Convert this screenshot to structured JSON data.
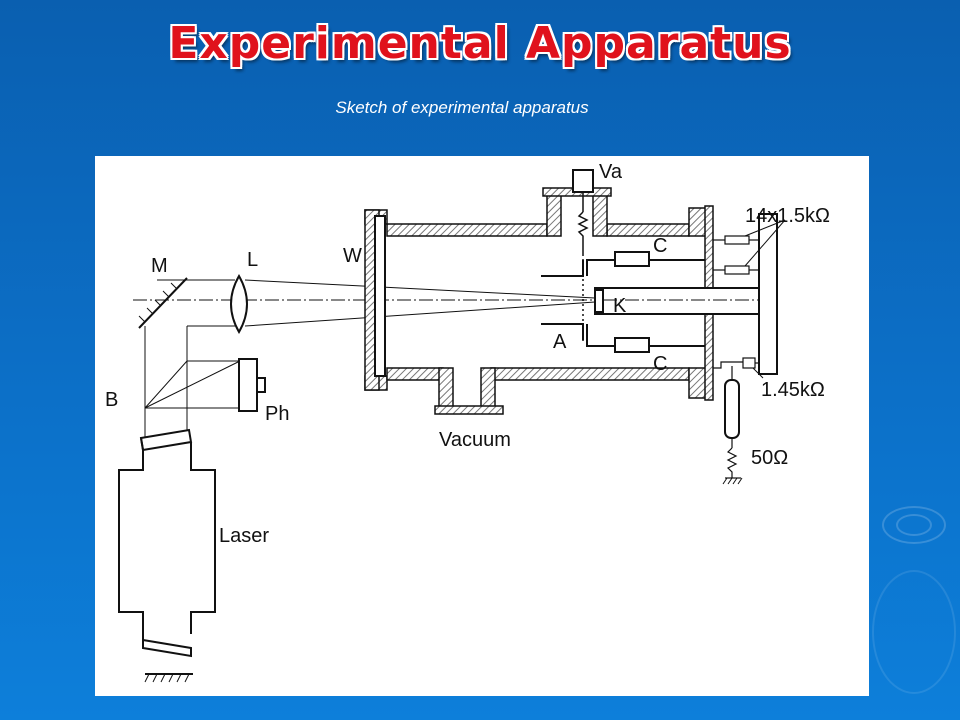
{
  "slide": {
    "title": "Experimental Apparatus",
    "subtitle": "Sketch of experimental apparatus"
  },
  "diagram": {
    "labels": {
      "va": "Va",
      "w": "W",
      "m": "M",
      "l": "L",
      "c_top": "C",
      "c_bottom": "C",
      "k": "K",
      "a": "A",
      "b": "B",
      "ph": "Ph",
      "vacuum": "Vacuum",
      "laser": "Laser",
      "r_chain": "14x1.5kΩ",
      "r_145": "1.45kΩ",
      "r_50": "50Ω"
    },
    "colors": {
      "title": "#e0121c",
      "background": "#0c70c8",
      "panel": "#ffffff",
      "wall_hatch": "#888888"
    }
  }
}
